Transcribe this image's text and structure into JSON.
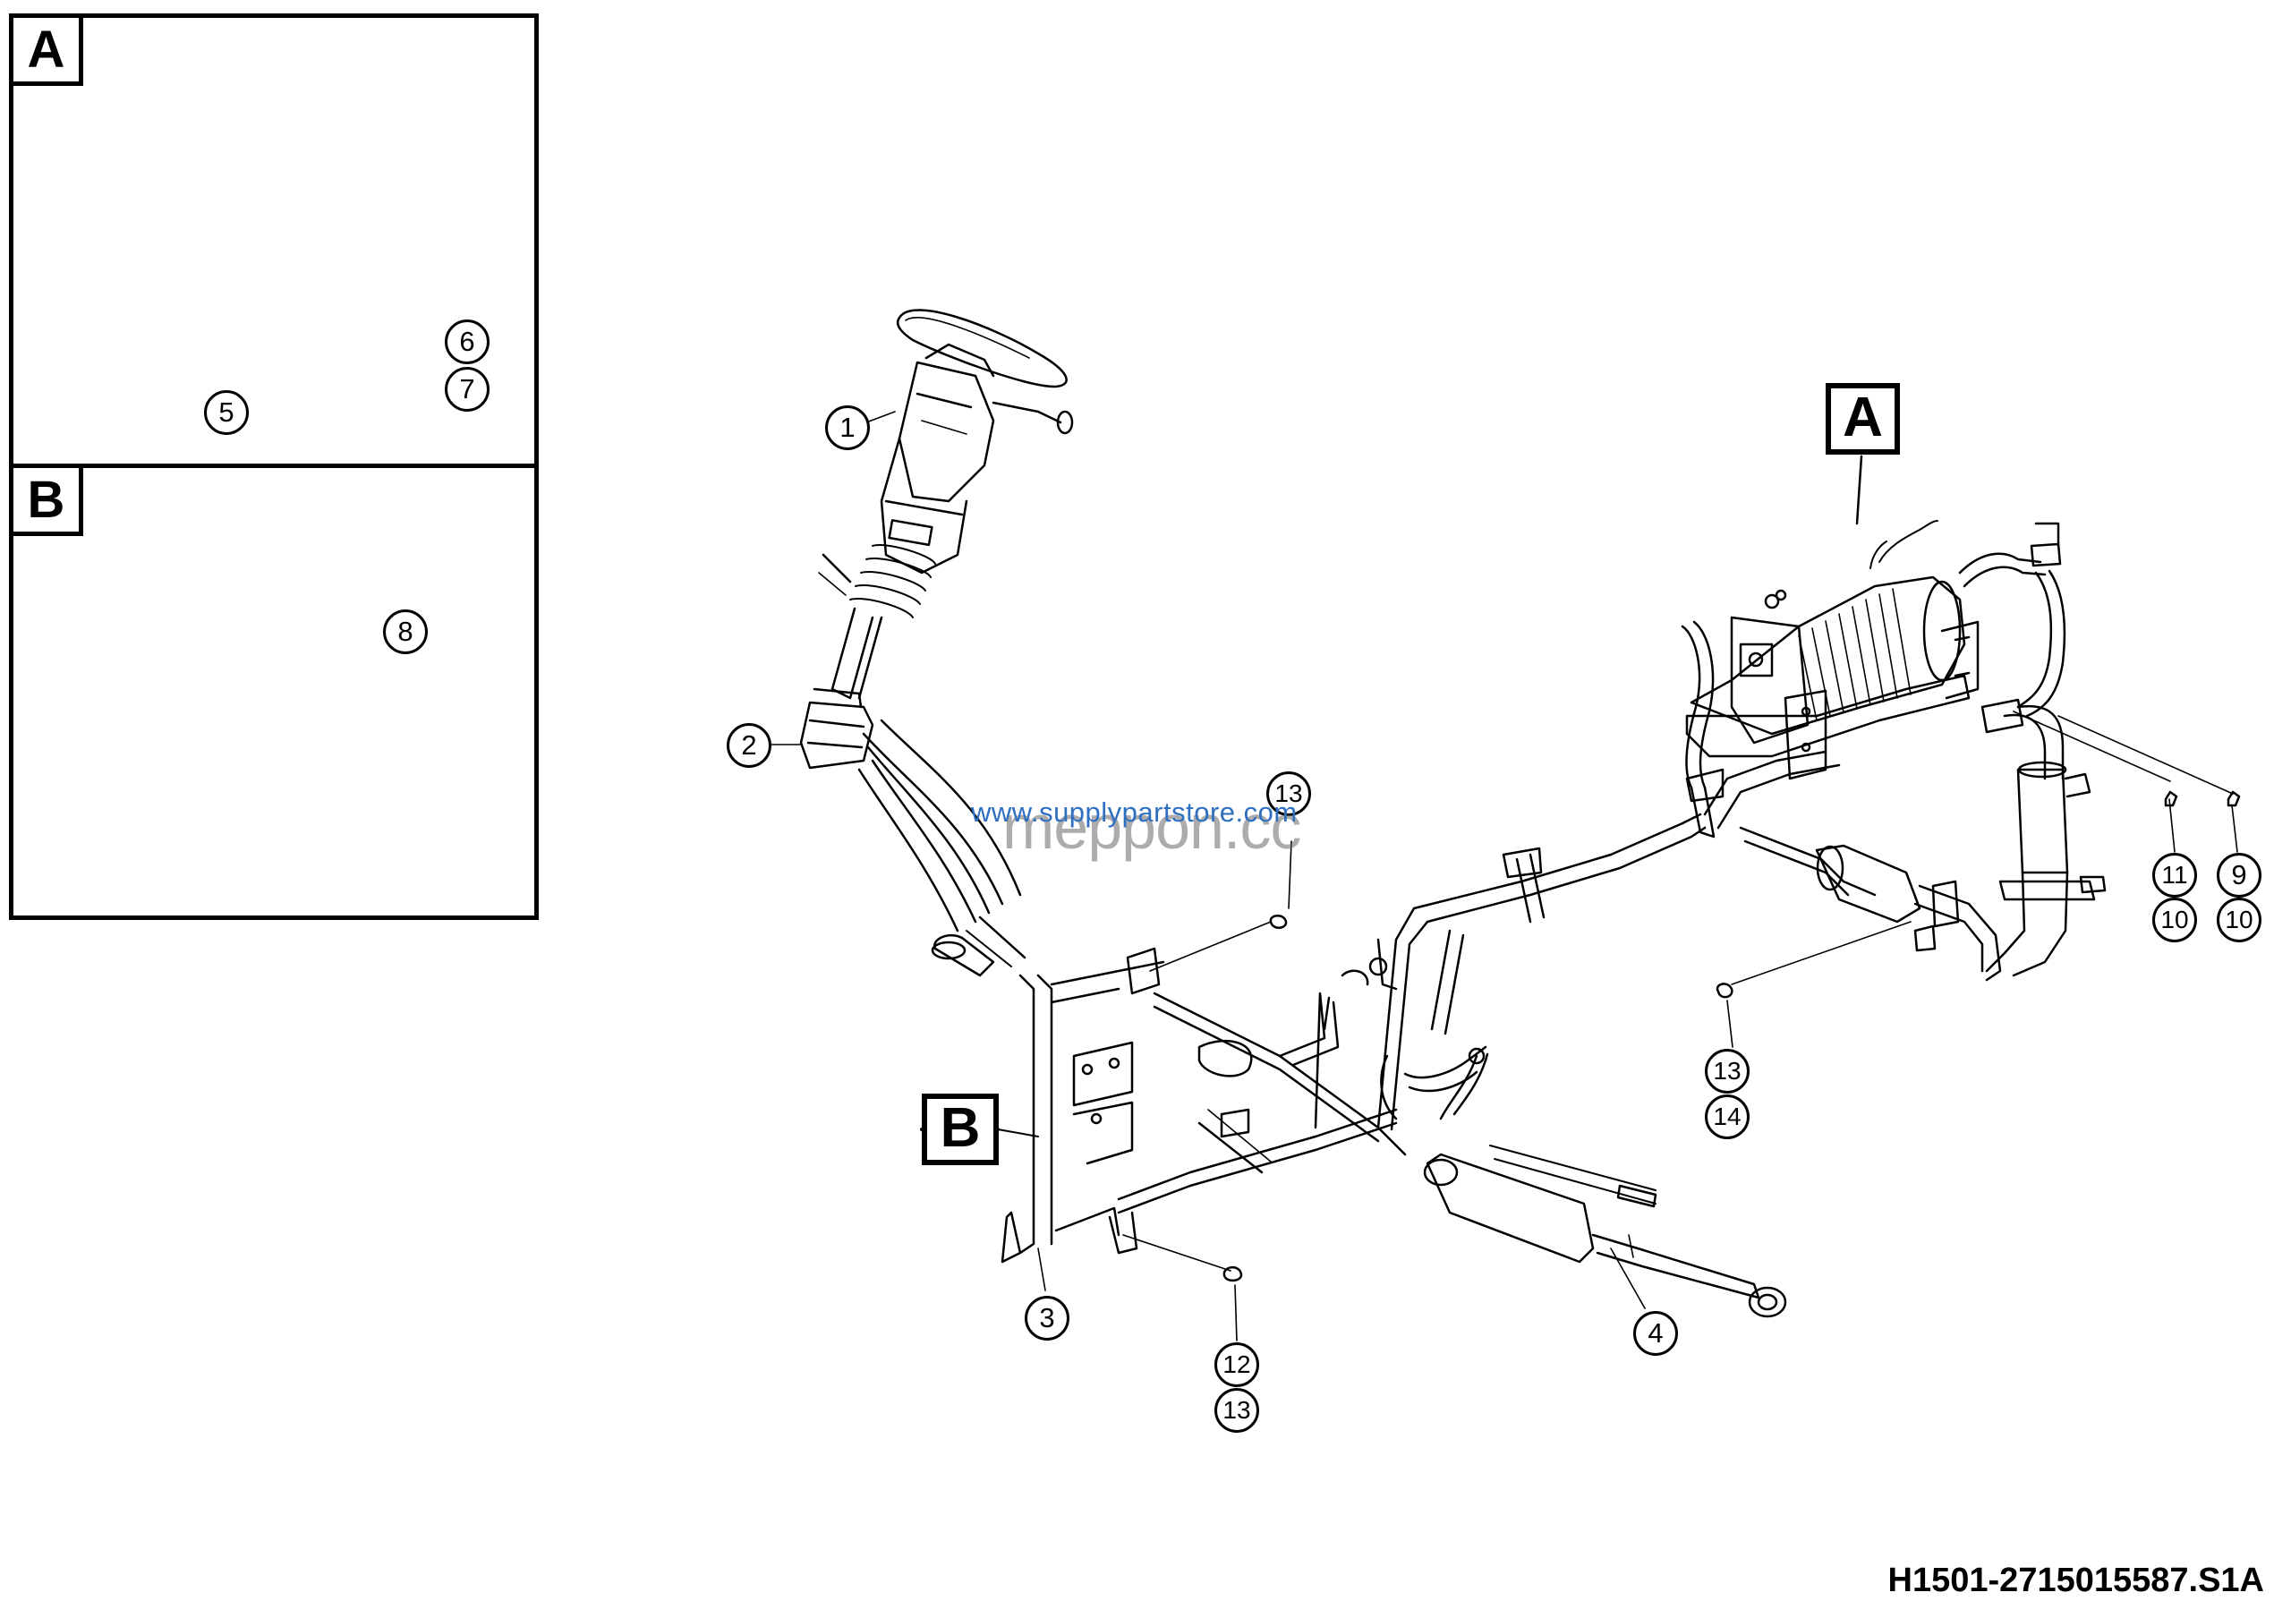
{
  "panels": {
    "a": {
      "letter": "A"
    },
    "b": {
      "letter": "B"
    }
  },
  "tags": {
    "a": "A",
    "b": "B"
  },
  "callouts": {
    "c1": "1",
    "c2": "2",
    "c3": "3",
    "c4": "4",
    "c5": "5",
    "c6": "6",
    "c7": "7",
    "c8": "8",
    "c9": "9",
    "c10a": "10",
    "c10b": "10",
    "c11": "11",
    "c12": "12",
    "c13a": "13",
    "c13b": "13",
    "c13c": "13",
    "c14": "14"
  },
  "document_id": "H1501-2715015587.S1A",
  "watermark": {
    "url": "www.supplypartstore.com",
    "logo": "meppon.cc"
  }
}
